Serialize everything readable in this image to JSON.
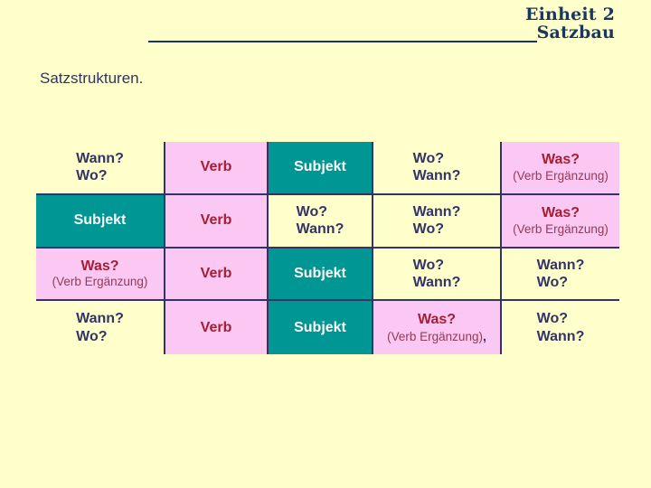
{
  "slide": {
    "background": "#FFFFCC"
  },
  "header": {
    "unit": "Einheit 2",
    "subtitle": "Satzbau",
    "color": "#17375D"
  },
  "title": {
    "text": "Satzstrukturen."
  },
  "table": {
    "border_color": "#333366",
    "cell_colors": {
      "pink": "#FAC8F2",
      "teal": "#009694",
      "yellow": "transparent"
    },
    "text_colors": {
      "question": "#333366",
      "verb": "#A51E35",
      "subject": "#FCFFFD",
      "object_note": "#943A58"
    },
    "rows": [
      [
        {
          "style": "question",
          "bg": "yellow",
          "lines": [
            "Wann?",
            "Wo?"
          ]
        },
        {
          "style": "verb",
          "bg": "pink",
          "text": "Verb"
        },
        {
          "style": "subject",
          "bg": "teal",
          "text": "Subjekt"
        },
        {
          "style": "question",
          "bg": "yellow",
          "lines": [
            "Wo?",
            "Wann?"
          ]
        },
        {
          "style": "object",
          "bg": "pink",
          "line1": "Was?",
          "line2": "(Verb Ergänzung)",
          "suffix": ""
        }
      ],
      [
        {
          "style": "subject",
          "bg": "teal",
          "text": "Subjekt"
        },
        {
          "style": "verb",
          "bg": "pink",
          "text": "Verb"
        },
        {
          "style": "question",
          "bg": "yellow",
          "lines": [
            "Wo?",
            "Wann?"
          ]
        },
        {
          "style": "question",
          "bg": "yellow",
          "lines": [
            "Wann?",
            "Wo?"
          ]
        },
        {
          "style": "object",
          "bg": "pink",
          "line1": "Was?",
          "line2": "(Verb Ergänzung)",
          "suffix": ""
        }
      ],
      [
        {
          "style": "object",
          "bg": "pink",
          "line1": "Was?",
          "line2": "(Verb Ergänzung)",
          "suffix": ""
        },
        {
          "style": "verb",
          "bg": "pink",
          "text": "Verb"
        },
        {
          "style": "subject",
          "bg": "teal",
          "text": "Subjekt"
        },
        {
          "style": "question",
          "bg": "yellow",
          "lines": [
            "Wo?",
            "Wann?"
          ]
        },
        {
          "style": "question",
          "bg": "yellow",
          "lines": [
            "Wann?",
            "Wo?"
          ]
        }
      ],
      [
        {
          "style": "question",
          "bg": "yellow",
          "lines": [
            "Wann?",
            "Wo?"
          ]
        },
        {
          "style": "verb",
          "bg": "pink",
          "text": "Verb"
        },
        {
          "style": "subject",
          "bg": "teal",
          "text": "Subjekt"
        },
        {
          "style": "object",
          "bg": "pink",
          "line1": "Was?",
          "line2": "(Verb Ergänzung)",
          "suffix": ","
        },
        {
          "style": "question",
          "bg": "yellow",
          "lines": [
            "Wo?",
            "Wann?"
          ]
        }
      ]
    ]
  }
}
